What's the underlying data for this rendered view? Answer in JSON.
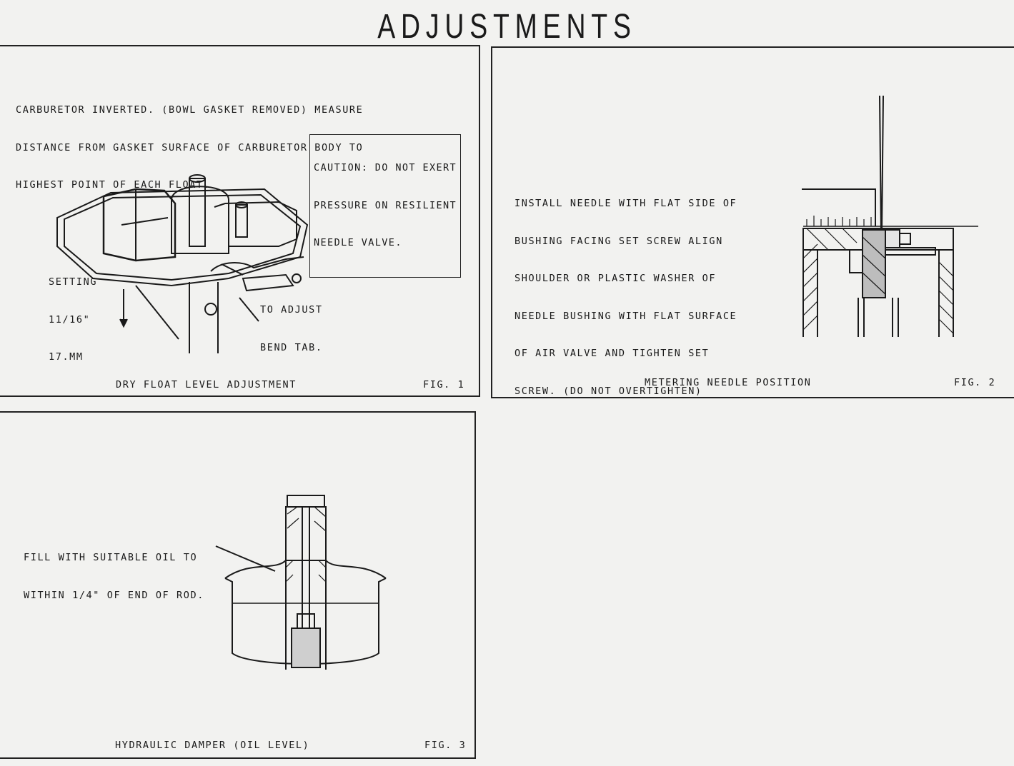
{
  "page": {
    "title": "ADJUSTMENTS"
  },
  "fig1": {
    "instructions": [
      "CARBURETOR INVERTED. (BOWL GASKET REMOVED) MEASURE",
      "DISTANCE FROM GASKET SURFACE OF CARBURETOR BODY TO",
      "HIGHEST POINT OF EACH FLOAT."
    ],
    "caution": [
      "CAUTION: DO NOT EXERT",
      "PRESSURE ON RESILIENT",
      "NEEDLE VALVE."
    ],
    "setting_label": [
      "SETTING",
      "11/16\"",
      "17.MM"
    ],
    "adjust_label": [
      "TO ADJUST",
      "BEND TAB."
    ],
    "caption": "DRY FLOAT LEVEL ADJUSTMENT",
    "fig_label": "FIG. 1"
  },
  "fig2": {
    "instructions": [
      "INSTALL NEEDLE WITH FLAT SIDE OF",
      "BUSHING FACING SET SCREW ALIGN",
      "SHOULDER OR PLASTIC WASHER OF",
      "NEEDLE BUSHING WITH FLAT SURFACE",
      "OF AIR VALVE AND TIGHTEN SET",
      "SCREW. (DO NOT OVERTIGHTEN)"
    ],
    "caption": "METERING NEEDLE POSITION",
    "fig_label": "FIG. 2"
  },
  "fig3": {
    "instructions": [
      "FILL WITH SUITABLE OIL TO",
      "WITHIN 1/4\" OF END OF ROD."
    ],
    "caption": "HYDRAULIC DAMPER (OIL LEVEL)",
    "fig_label": "FIG. 3"
  }
}
